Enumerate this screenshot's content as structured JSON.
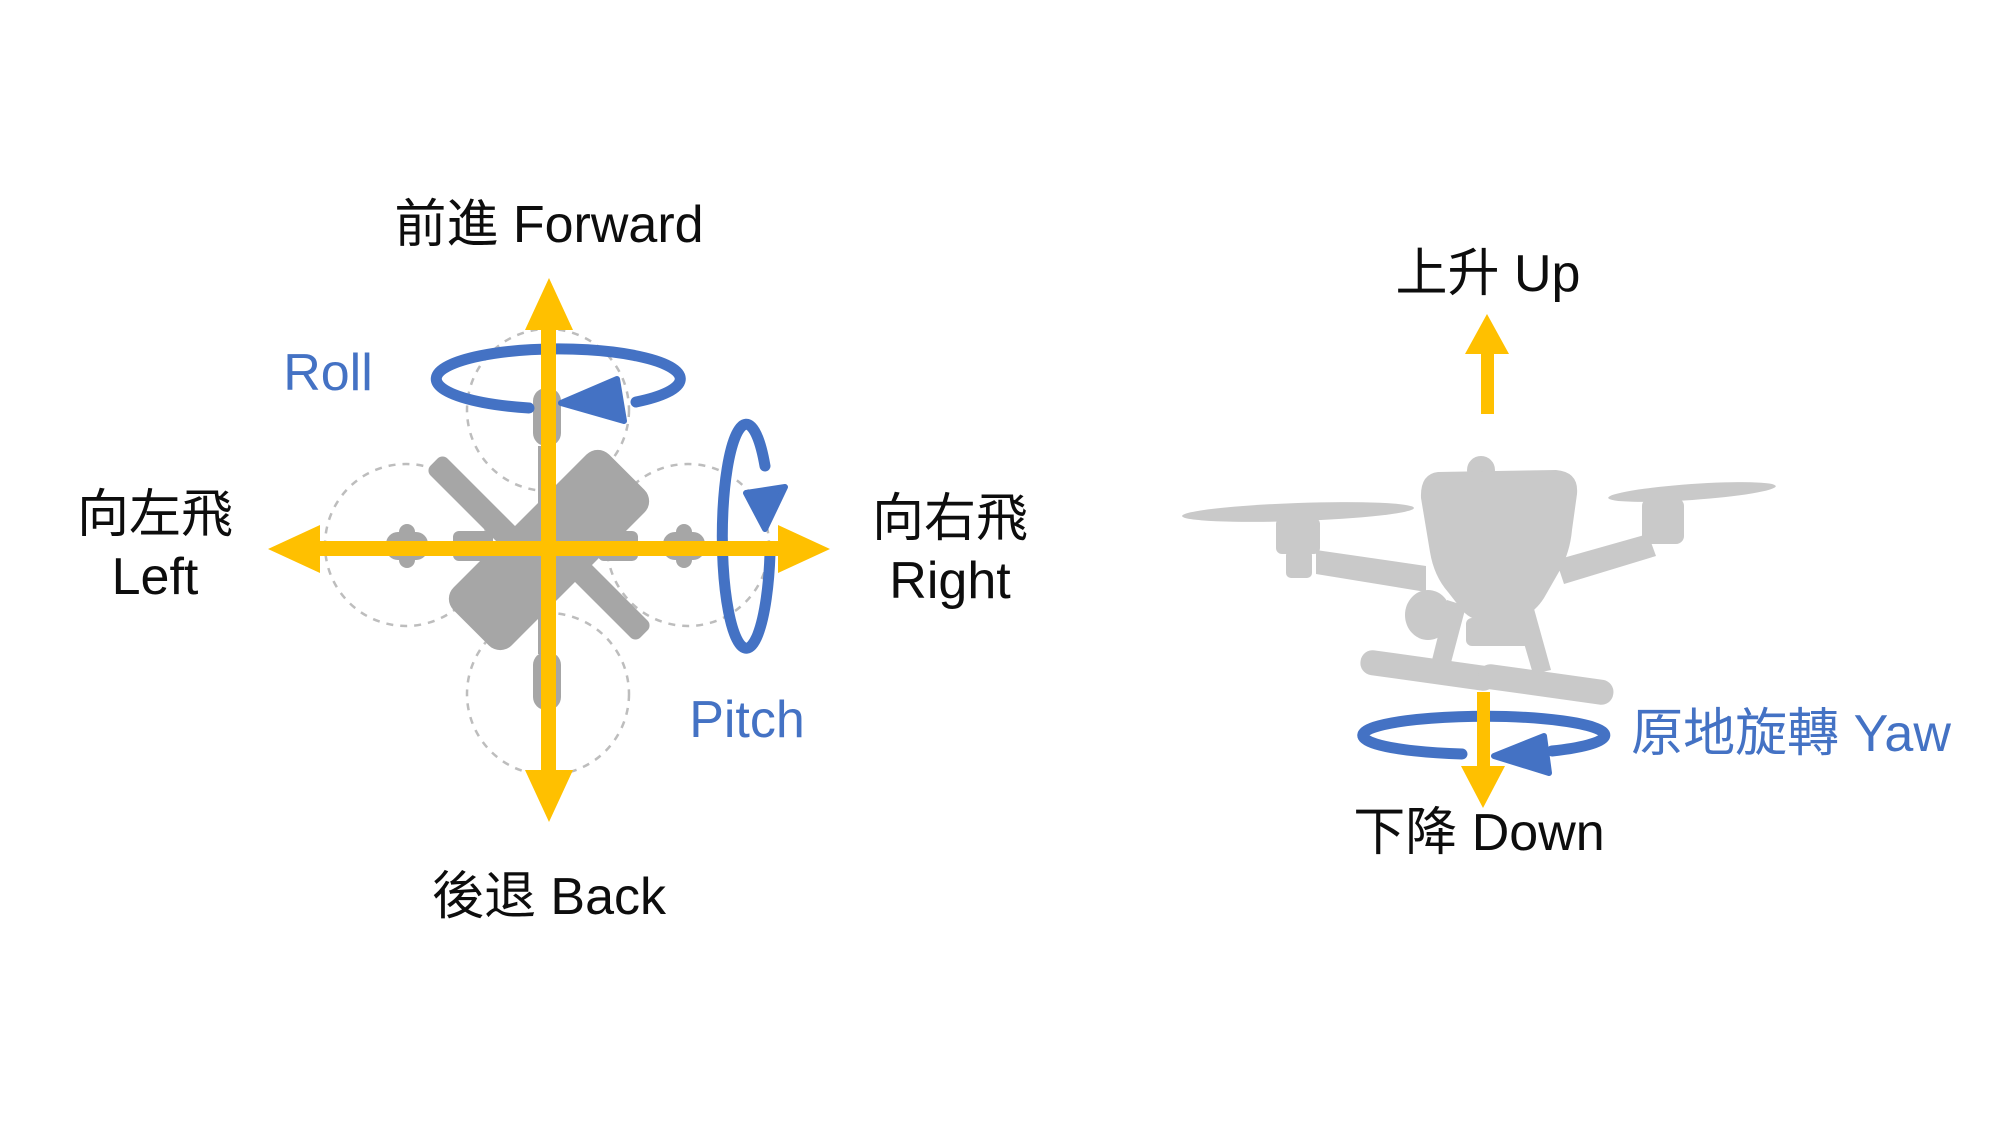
{
  "colors": {
    "arrow_yellow": "#FFC000",
    "rotation_blue": "#4472C4",
    "drone_top_gray": "#A6A6A6",
    "drone_side_gray": "#C9C9C9",
    "prop_circle_gray": "#BDBDBD",
    "text_black": "#0D0D0D",
    "page_bg": "#FFFFFF"
  },
  "left_diagram": {
    "labels": {
      "forward": "前進 Forward",
      "back": "後退 Back",
      "left_line1": "向左飛",
      "left_line2": "Left",
      "right_line1": "向右飛",
      "right_line2": "Right",
      "roll": "Roll",
      "pitch": "Pitch"
    }
  },
  "right_diagram": {
    "labels": {
      "up": "上升 Up",
      "down": "下降 Down",
      "yaw": "原地旋轉 Yaw"
    }
  }
}
